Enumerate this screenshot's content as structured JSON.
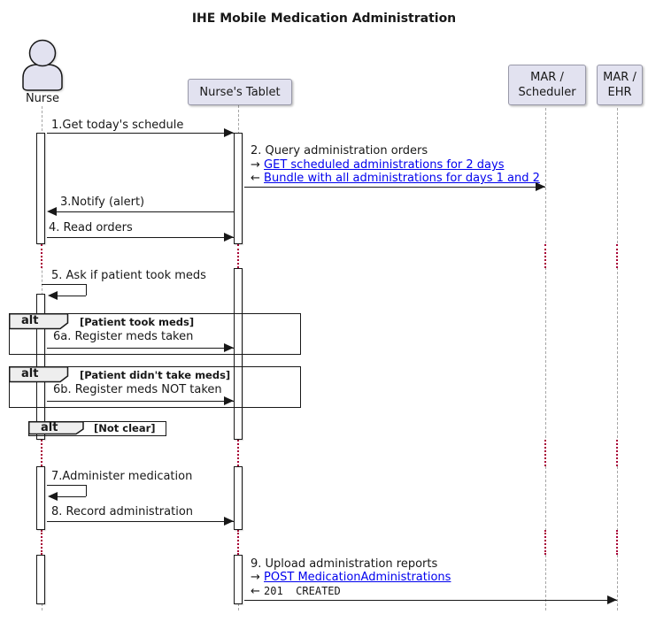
{
  "title": "IHE Mobile Medication Administration",
  "participants": {
    "nurse": {
      "label": "Nurse"
    },
    "tablet": {
      "label": "Nurse's Tablet"
    },
    "scheduler": {
      "line1": "MAR /",
      "line2": "Scheduler"
    },
    "ehr": {
      "line1": "MAR /",
      "line2": "EHR"
    }
  },
  "messages": {
    "m1": {
      "text": "1.Get today's schedule"
    },
    "m2": {
      "text": "2. Query administration orders",
      "request_arrow": "→",
      "request": "GET scheduled administrations for 2 days",
      "response_arrow": "←",
      "response": "Bundle with all administrations for days 1 and 2"
    },
    "m3": {
      "text": "3.Notify (alert)"
    },
    "m4": {
      "text": "4. Read orders"
    },
    "m5": {
      "text": "5. Ask if patient took meds"
    },
    "m6a": {
      "text": "6a. Register meds taken"
    },
    "m6b": {
      "text": "6b. Register meds NOT taken"
    },
    "m7": {
      "text": "7.Administer medication"
    },
    "m8": {
      "text": "8. Record administration"
    },
    "m9": {
      "text": "9. Upload administration reports",
      "request_arrow": "→",
      "request": "POST MedicationAdministrations",
      "response_arrow": "←",
      "response": "201  CREATED"
    }
  },
  "fragments": {
    "alt1": {
      "operator": "alt",
      "condition": "[Patient took meds]"
    },
    "alt2": {
      "operator": "alt",
      "condition": "[Patient didn't take meds]"
    },
    "alt3": {
      "operator": "alt",
      "condition": "[Not clear]"
    }
  },
  "colors": {
    "participant_fill": "#E2E2F0",
    "participant_border": "#9898A8",
    "lifeline": "#A6A6A6",
    "delay_dot": "#A80036",
    "line": "#181818",
    "link": "#0000EE",
    "fragment_header_fill": "#EEEEEE"
  }
}
